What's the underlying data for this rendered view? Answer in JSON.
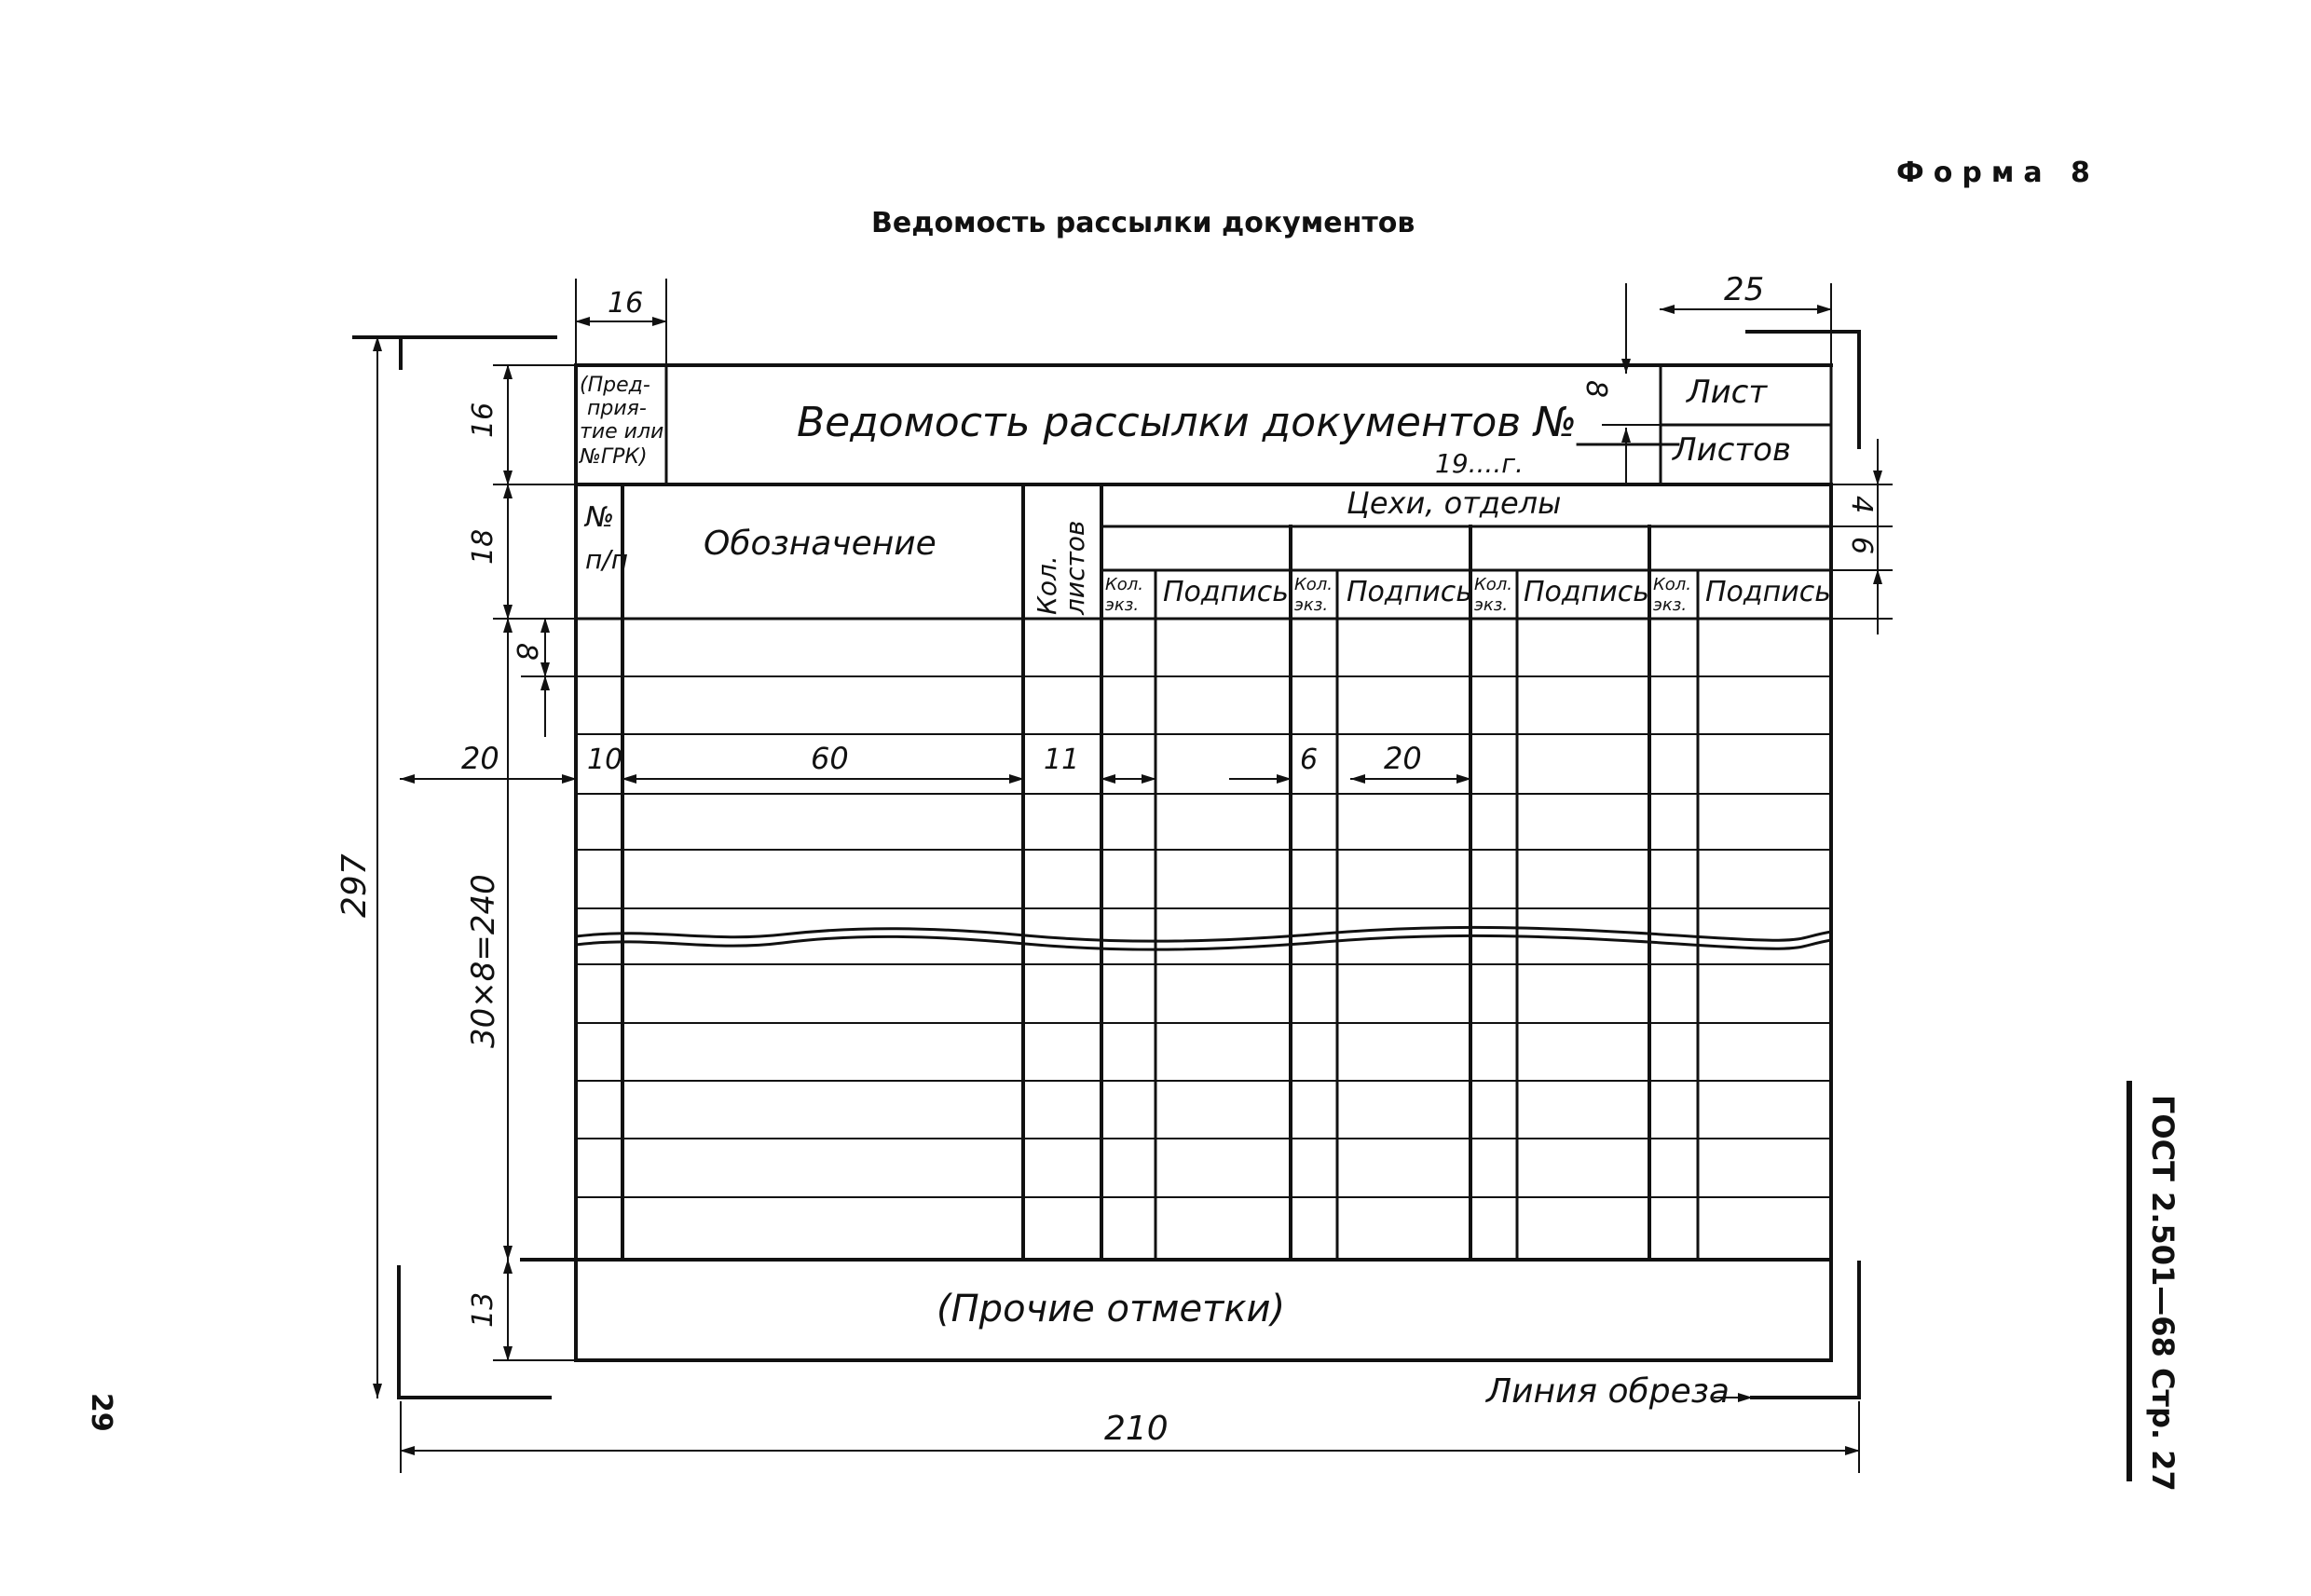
{
  "header": {
    "form_label": "Форма 8",
    "title": "Ведомость рассылки документов",
    "page_number": "29",
    "gost_ref": "ГОСТ 2.501—68 Стр. 27"
  },
  "form": {
    "org_cell": [
      "(Пред-",
      "прия-",
      "тие или",
      "№ГРК)"
    ],
    "main_title": "Ведомость рассылки документов №_____",
    "year": "19....г.",
    "sheet_label": "Лист",
    "sheets_label": "Листов",
    "col_number": [
      "№",
      "п/п"
    ],
    "col_designation": "Обозначение",
    "col_sheets": [
      "Кол.",
      "листов"
    ],
    "workshops_header": "Цехи, отделы",
    "sub_qty": [
      "Кол.",
      "экз."
    ],
    "sub_sign": "Подпись",
    "other_marks": "(Прочие отметки)",
    "cut_line": "Линия обреза"
  },
  "dimensions": {
    "top_left_width": "16",
    "top_right_width": "25",
    "header_height": "16",
    "header_split": "8",
    "table_header_height": "18",
    "row_height": "8",
    "right_top": "4",
    "right_bottom": "6",
    "left_margin": "20",
    "col_widths": [
      "10",
      "60",
      "11",
      "6",
      "20"
    ],
    "rows_height": "30×8=240",
    "footer_height": "13",
    "total_height": "297",
    "total_width": "210"
  }
}
